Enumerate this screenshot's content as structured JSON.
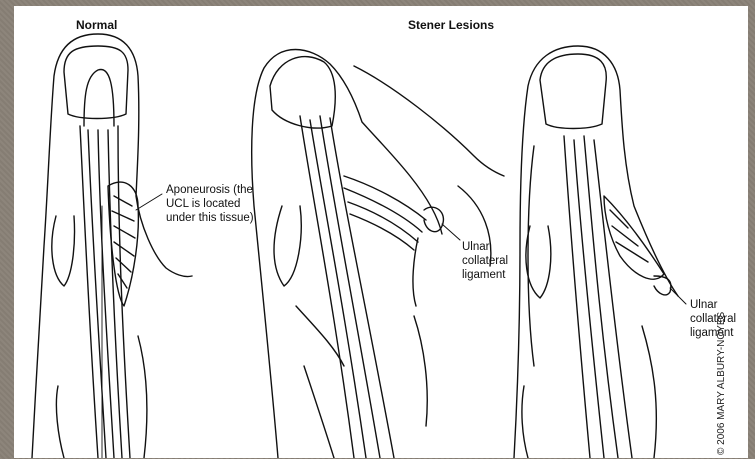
{
  "panels": {
    "normal_title": "Normal",
    "stener_title": "Stener Lesions"
  },
  "labels": {
    "aponeurosis": "Aponeurosis (the\nUCL is located\nunder this tissue)",
    "ucl_middle": "Ulnar\ncollateral\nligament",
    "ucl_right": "Ulnar\ncollateral\nligament"
  },
  "credit": "© 2006 MARY ALBURY-NOYES"
}
